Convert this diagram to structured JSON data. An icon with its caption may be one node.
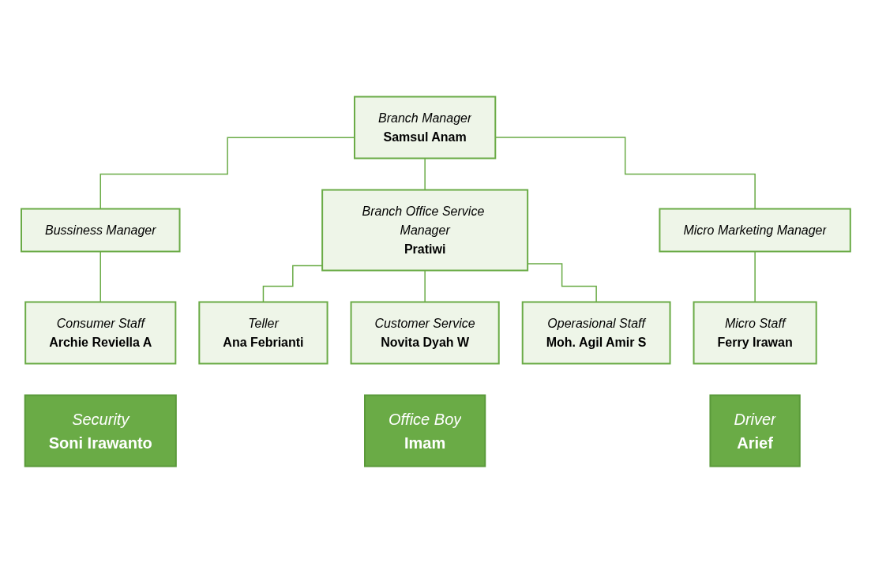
{
  "diagram": {
    "nodes": [
      {
        "text": [
          "Branch Manager",
          "Samsul Anam"
        ]
      },
      {
        "text": [
          "Bussiness Manager"
        ]
      },
      {
        "text": [
          "Branch Office Service Manager",
          "Pratiwi"
        ]
      },
      {
        "text": [
          "Micro Marketing Manager"
        ]
      },
      {
        "text": [
          "Consumer Staff",
          "Archie Reviella A"
        ]
      },
      {
        "text": [
          "Teller",
          "Ana Febrianti"
        ]
      },
      {
        "text": [
          "Customer Service",
          "Novita Dyah W"
        ]
      },
      {
        "text": [
          "Operasional Staff",
          "Moh. Agil Amir S"
        ]
      },
      {
        "text": [
          "Micro Staff",
          "Ferry Irawan"
        ]
      },
      {
        "text": [
          "Security",
          "Soni Irawanto"
        ]
      },
      {
        "text": [
          "Office Boy",
          "Imam"
        ]
      },
      {
        "text": [
          "Driver",
          "Arief"
        ]
      }
    ],
    "edges": [
      {
        "from": 0,
        "to": 1,
        "arrow": "none"
      },
      {
        "from": 0,
        "to": 2,
        "arrow": "none"
      },
      {
        "from": 0,
        "to": 3,
        "arrow": "none"
      },
      {
        "from": 1,
        "to": 4,
        "arrow": "none"
      },
      {
        "from": 2,
        "to": 5,
        "arrow": "none"
      },
      {
        "from": 2,
        "to": 6,
        "arrow": "none"
      },
      {
        "from": 2,
        "to": 7,
        "arrow": "none"
      },
      {
        "from": 3,
        "to": 8,
        "arrow": "none"
      }
    ]
  }
}
